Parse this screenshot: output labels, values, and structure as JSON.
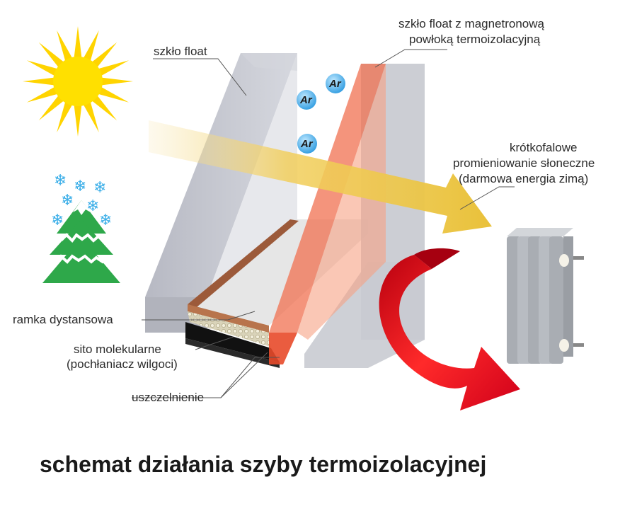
{
  "labels": {
    "outer_glass": "szkło float",
    "coated_glass_line1": "szkło float z magnetronową",
    "coated_glass_line2": "powłoką termoizolacyjną",
    "radiation_line1": "krótkofalowe",
    "radiation_line2": "promieniowanie słoneczne",
    "radiation_line3": "(darmowa energia zimą)",
    "spacer_frame": "ramka dystansowa",
    "sieve_line1": "sito molekularne",
    "sieve_line2": "(pochłaniacz wilgoci)",
    "sealing": "uszczelnienie"
  },
  "gas": [
    "Ar",
    "Ar",
    "Ar"
  ],
  "title": "schemat działania szyby termoizolacyjnej",
  "icons": [
    "sun-icon",
    "snowflake-icon",
    "tree-icon",
    "radiator-icon"
  ],
  "colors": {
    "sun": "#ffd400",
    "sun_beam": "#f3d266",
    "glass": "#c4c6cf",
    "coated_glass": "#f07050",
    "heat_arrow": "#e3001b",
    "snow": "#3aaee8",
    "tree": "#2ea84a",
    "radiator": "#b8bcc2",
    "spacer": "#9c5a3a"
  },
  "snowflake_glyph": "❄"
}
